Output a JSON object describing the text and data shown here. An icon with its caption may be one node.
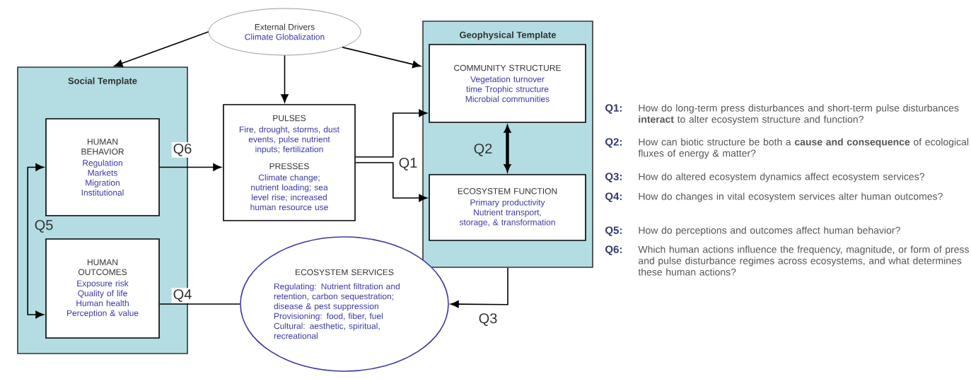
{
  "diagram": {
    "nodes": [
      {
        "text": [
          "External Drivers",
          "Climate Globalization"
        ]
      },
      {
        "text": [
          "Social Template"
        ]
      },
      {
        "text": [
          "HUMAN BEHAVIOR",
          "Regulation Markets Migration Institutional"
        ],
        "in": 1
      },
      {
        "text": [
          "HUMAN OUTCOMES",
          "Exposure risk Quality of life Human health Perception & value"
        ],
        "in": 1
      },
      {
        "text": [
          "PULSES",
          "Fire, drought, storms, dust events, pulse nutrient inputs; fertilization",
          "PRESSES",
          "Climate change; nutrient loading; sea level rise; increased human resource use"
        ]
      },
      {
        "text": [
          "Geophysical Template"
        ]
      },
      {
        "text": [
          "COMMUNITY STRUCTURE",
          "Vegetation turnover time Trophic structure Microbial communities"
        ],
        "in": 5
      },
      {
        "text": [
          "ECOSYSTEM FUNCTION",
          "Primary productivity Nutrient transport, storage, & transformation"
        ],
        "in": 5
      },
      {
        "text": [
          "ECOSYSTEM SERVICES",
          "Regulating: Nutrient filtration and retention, carbon sequestration; disease & pest suppression",
          "Provisioning: food, fiber, fuel",
          "Cultural: aesthetic, spiritual, recreational"
        ]
      }
    ],
    "edges": [
      {
        "from": 0,
        "to": 1,
        "arrow": "to"
      },
      {
        "from": 0,
        "to": 4,
        "arrow": "to"
      },
      {
        "from": 0,
        "to": 5,
        "arrow": "to"
      },
      {
        "from": 2,
        "to": 4,
        "arrow": "to",
        "label": "Q6"
      },
      {
        "from": 4,
        "to": 6,
        "arrow": "to",
        "label": "Q1"
      },
      {
        "from": 4,
        "to": 7,
        "arrow": "to"
      },
      {
        "from": 6,
        "to": 7,
        "arrow": "both",
        "label": "Q2",
        "style": "thick"
      },
      {
        "from": 5,
        "to": 8,
        "arrow": "to",
        "label": "Q3"
      },
      {
        "from": 8,
        "to": 3,
        "arrow": "none",
        "label": "Q4"
      },
      {
        "from": 2,
        "to": 3,
        "arrow": "both",
        "label": "Q5"
      }
    ],
    "labels": [
      "Q1:",
      "How do long-term press disturbances and short-term pulse disturbances **interact** to alter ecosystem structure and function?",
      "Q2:",
      "How can biotic structure be both a **cause and consequence** of ecological fluxes of energy & matter?",
      "Q3:",
      "How do altered ecosystem dynamics affect ecosystem services?",
      "Q4:",
      "How do changes in vital ecosystem services alter human outcomes?",
      "Q5:",
      "How do perceptions and outcomes affect human behavior?",
      "Q6:",
      "Which human actions influence the frequency, magnitude, or form of press and pulse disturbance regimes across ecosystems, and what determines these human actions?"
    ]
  }
}
